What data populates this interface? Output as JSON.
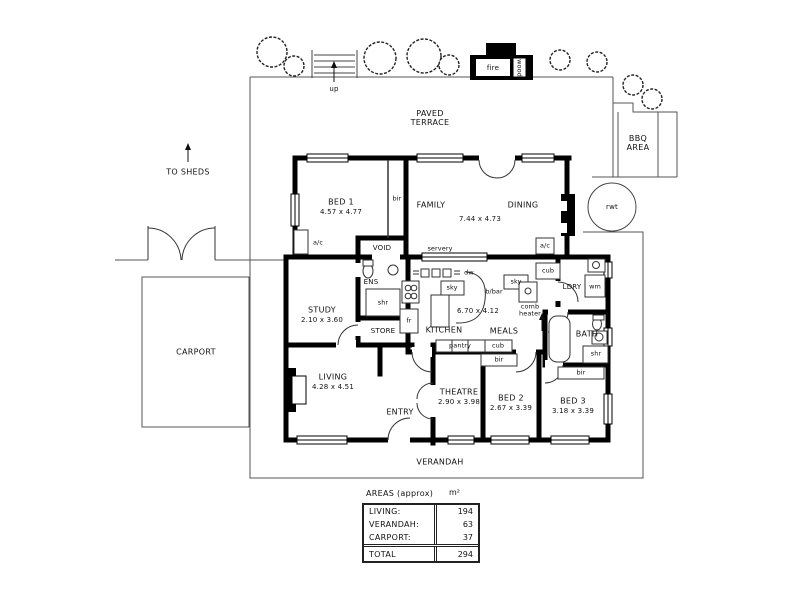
{
  "plan": {
    "outdoor": {
      "paved_terrace": "PAVED TERRACE",
      "to_sheds": "TO SHEDS",
      "up": "up",
      "fire": "fire",
      "wood": "wood",
      "bbq_area": "BBQ AREA",
      "rwt": "rwt",
      "carport": "CARPORT",
      "verandah": "VERANDAH"
    },
    "rooms": {
      "bed1": {
        "name": "BED 1",
        "dims": "4.57 x 4.77"
      },
      "family": {
        "name": "FAMILY"
      },
      "dining": {
        "name": "DINING"
      },
      "family_dining_dims": "7.44 x 4.73",
      "study": {
        "name": "STUDY",
        "dims": "2.10 x 3.60"
      },
      "kitchen": {
        "name": "KITCHEN"
      },
      "meals": {
        "name": "MEALS"
      },
      "kitchen_meals_dims": "6.70 x 4.12",
      "living": {
        "name": "LIVING",
        "dims": "4.28 x 4.51"
      },
      "entry": {
        "name": "ENTRY"
      },
      "theatre": {
        "name": "THEATRE",
        "dims": "2.90 x 3.98"
      },
      "bed2": {
        "name": "BED 2",
        "dims": "2.67 x 3.39"
      },
      "bed3": {
        "name": "BED 3",
        "dims": "3.18 x 3.39"
      },
      "void": {
        "name": "VOID"
      },
      "ens": {
        "name": "ENS"
      },
      "store": {
        "name": "STORE"
      },
      "ldry": {
        "name": "LDRY"
      },
      "bath": {
        "name": "BATH"
      }
    },
    "fixtures": {
      "bir": "bir",
      "shr": "shr",
      "wm": "wm",
      "dw": "dw",
      "fr": "fr",
      "sky": "sky",
      "cub": "cub",
      "b_bar": "b/bar",
      "comb_heater": "comb heater",
      "pantry": "pantry",
      "ac": "a/c",
      "servery": "servery"
    }
  },
  "areas_table": {
    "title": "AREAS (approx)",
    "unit": "m²",
    "rows": [
      {
        "label": "LIVING:",
        "value": "194"
      },
      {
        "label": "VERANDAH:",
        "value": "63"
      },
      {
        "label": "CARPORT:",
        "value": "37"
      }
    ],
    "total_label": "TOTAL",
    "total_value": "294"
  }
}
